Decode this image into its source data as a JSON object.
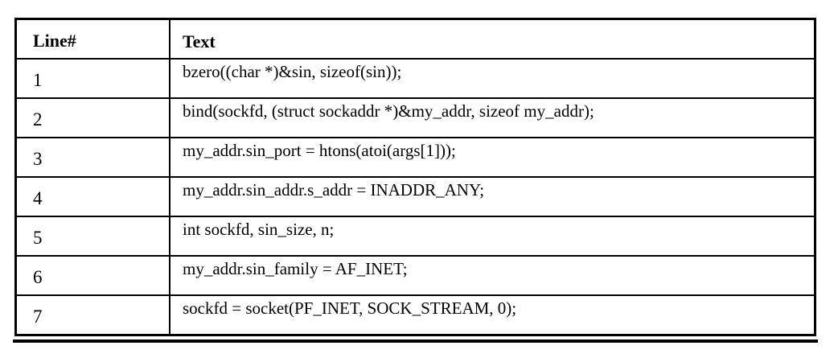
{
  "table": {
    "headers": {
      "line": "Line#",
      "text": "Text"
    },
    "rows": [
      {
        "line": "1",
        "text": "bzero((char *)&sin, sizeof(sin));"
      },
      {
        "line": "2",
        "text": "bind(sockfd, (struct sockaddr *)&my_addr, sizeof my_addr);"
      },
      {
        "line": "3",
        "text": "my_addr.sin_port = htons(atoi(args[1]));"
      },
      {
        "line": "4",
        "text": "my_addr.sin_addr.s_addr = INADDR_ANY;"
      },
      {
        "line": "5",
        "text": "int sockfd, sin_size, n;"
      },
      {
        "line": "6",
        "text": "my_addr.sin_family = AF_INET;"
      },
      {
        "line": "7",
        "text": "sockfd = socket(PF_INET, SOCK_STREAM, 0);"
      }
    ]
  },
  "colors": {
    "border": "#000000",
    "text": "#000000",
    "background": "#ffffff"
  }
}
